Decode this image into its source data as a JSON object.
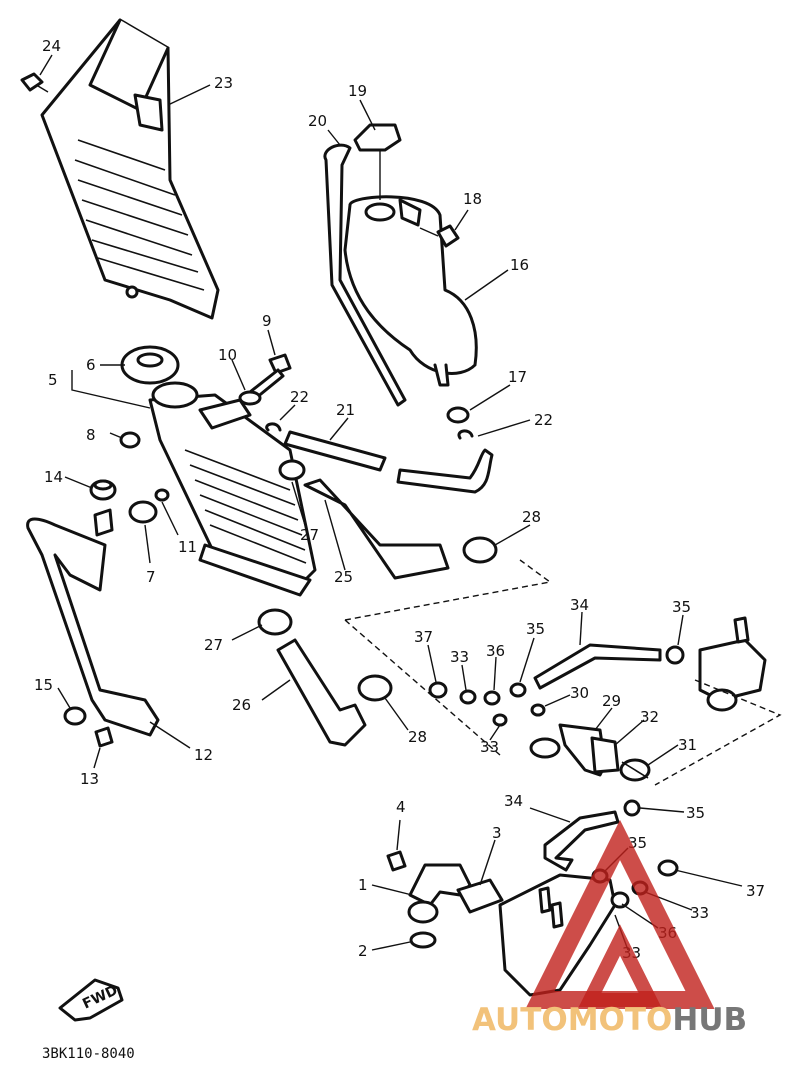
{
  "diagram_code": "3BK110-8040",
  "fwd_label": "FWD",
  "watermark": {
    "part1": "AUTOMOTO",
    "part2": "HUB",
    "color1": "#f2c27a",
    "color2": "#777777",
    "logo_color": "#c0201c"
  },
  "callouts": [
    "24",
    "23",
    "19",
    "20",
    "18",
    "16",
    "9",
    "10",
    "22",
    "21",
    "17",
    "22",
    "6",
    "5",
    "8",
    "14",
    "11",
    "7",
    "27",
    "25",
    "28",
    "34",
    "35",
    "27",
    "37",
    "33",
    "36",
    "35",
    "30",
    "29",
    "32",
    "31",
    "33",
    "26",
    "28",
    "15",
    "12",
    "13",
    "4",
    "3",
    "34",
    "35",
    "35",
    "37",
    "33",
    "36",
    "33",
    "1",
    "2"
  ]
}
